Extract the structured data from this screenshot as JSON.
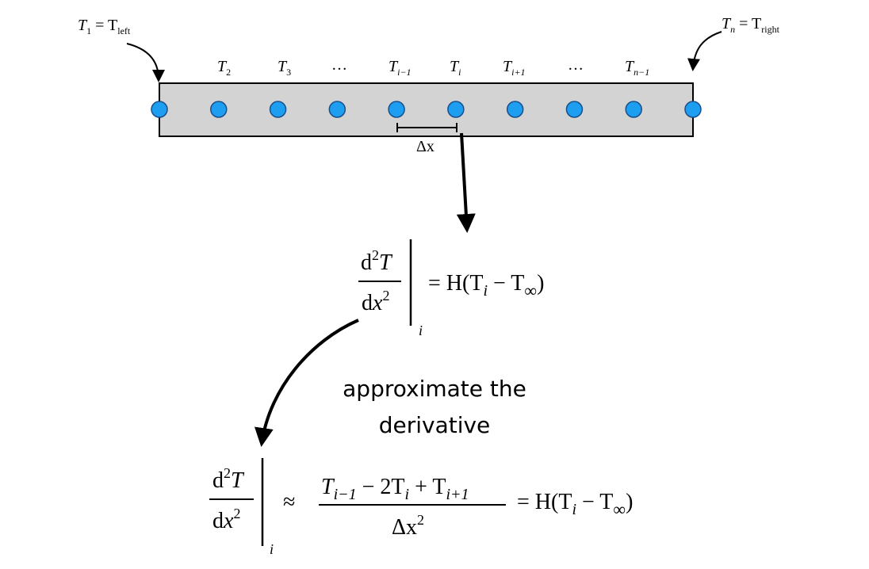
{
  "bar": {
    "fill": "#d3d3d3",
    "stroke": "#000000"
  },
  "nodes": {
    "count": 10,
    "color": "#1e9ef0",
    "stroke": "#1a4f8a"
  },
  "node_labels": {
    "t1_main": "T",
    "t1_sub": "1",
    "t1_eq": " = T",
    "t1_eq_sub": "left",
    "tn_main": "T",
    "tn_sub": "n",
    "tn_eq": " = T",
    "tn_eq_sub": "right",
    "t2_main": "T",
    "t2_sub": "2",
    "t3_main": "T",
    "t3_sub": "3",
    "dots1": "…",
    "tim1_main": "T",
    "tim1_sub": "i−1",
    "ti_main": "T",
    "ti_sub": "i",
    "tip1_main": "T",
    "tip1_sub": "i+1",
    "dots2": "…",
    "tnm1_main": "T",
    "tnm1_sub": "n−1"
  },
  "dx_label": "Δx",
  "ode": {
    "num_d": "d",
    "num_sup": "2",
    "num_T": "T",
    "den_d": "d",
    "den_x": "x",
    "den_sup": "2",
    "eval_sub": "i",
    "rhs_eq": "= H(T",
    "rhs_sub": "i",
    "rhs_minus": " − T",
    "rhs_inf": "∞",
    "rhs_close": ")"
  },
  "caption": {
    "line1": "approximate the",
    "line2": "derivative"
  },
  "fd": {
    "num_d": "d",
    "num_sup": "2",
    "num_T": "T",
    "den_d": "d",
    "den_x": "x",
    "den_sup": "2",
    "eval_sub": "i",
    "approx": "≈",
    "frac_t1": "T",
    "frac_t1_sub": "i−1",
    "frac_mid": " − 2T",
    "frac_mid_sub": "i",
    "frac_plus": " + T",
    "frac_t3_sub": "i+1",
    "frac_den_dx": "Δx",
    "frac_den_sup": "2",
    "rhs_eq": "= H(T",
    "rhs_sub": "i",
    "rhs_minus": " − T",
    "rhs_inf": "∞",
    "rhs_close": ")"
  }
}
